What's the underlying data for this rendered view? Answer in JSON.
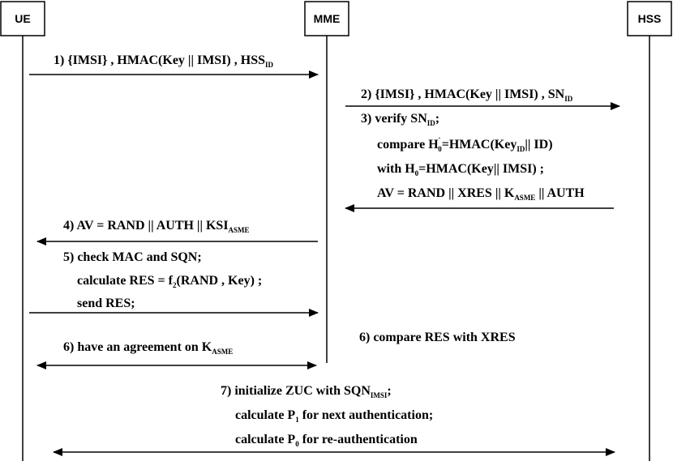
{
  "entities": {
    "ue": "UE",
    "mme": "MME",
    "hss": "HSS"
  },
  "messages": {
    "m1": {
      "step": "1)",
      "text": "{IMSI} , HMAC(Key || IMSI) , HSS",
      "sub": "ID"
    },
    "m2": {
      "step": "2)",
      "text": "{IMSI} , HMAC(Key || IMSI) , SN",
      "sub": "ID"
    },
    "m3": {
      "line1_a": "3) verify  SN",
      "line1_sub": "ID",
      "line1_b": ";",
      "line2_a": "compare H",
      "line2_sup": "'",
      "line2_sub": "0",
      "line2_b": "=HMAC(Key",
      "line2_sub2": "ID",
      "line2_c": "|| ID)",
      "line3_a": "with H",
      "line3_sub": "0",
      "line3_b": "=HMAC(Key|| IMSI) ;",
      "line4_a": "AV = RAND || XRES || K",
      "line4_sub": "ASME",
      "line4_b": " || AUTH"
    },
    "m4": {
      "text": "4) AV = RAND || AUTH || KSI",
      "sub": "ASME"
    },
    "m5": {
      "line1": "5) check MAC and SQN;",
      "line2_a": "calculate RES = f",
      "line2_sub": "2",
      "line2_b": "(RAND , Key) ;",
      "line3": "send RES;"
    },
    "m6_left": {
      "text": "6) have an agreement on K",
      "sub": "ASME"
    },
    "m6_right": {
      "text": "6) compare RES with XRES"
    },
    "m7": {
      "line1_a": "7) initialize ZUC with SQN",
      "line1_sub": "IMSI",
      "line1_b": ";",
      "line2_a": "calculate P",
      "line2_sub": "1",
      "line2_b": "  for next authentication;",
      "line3_a": "calculate P",
      "line3_sub": "0",
      "line3_b": "  for re-authentication"
    }
  }
}
